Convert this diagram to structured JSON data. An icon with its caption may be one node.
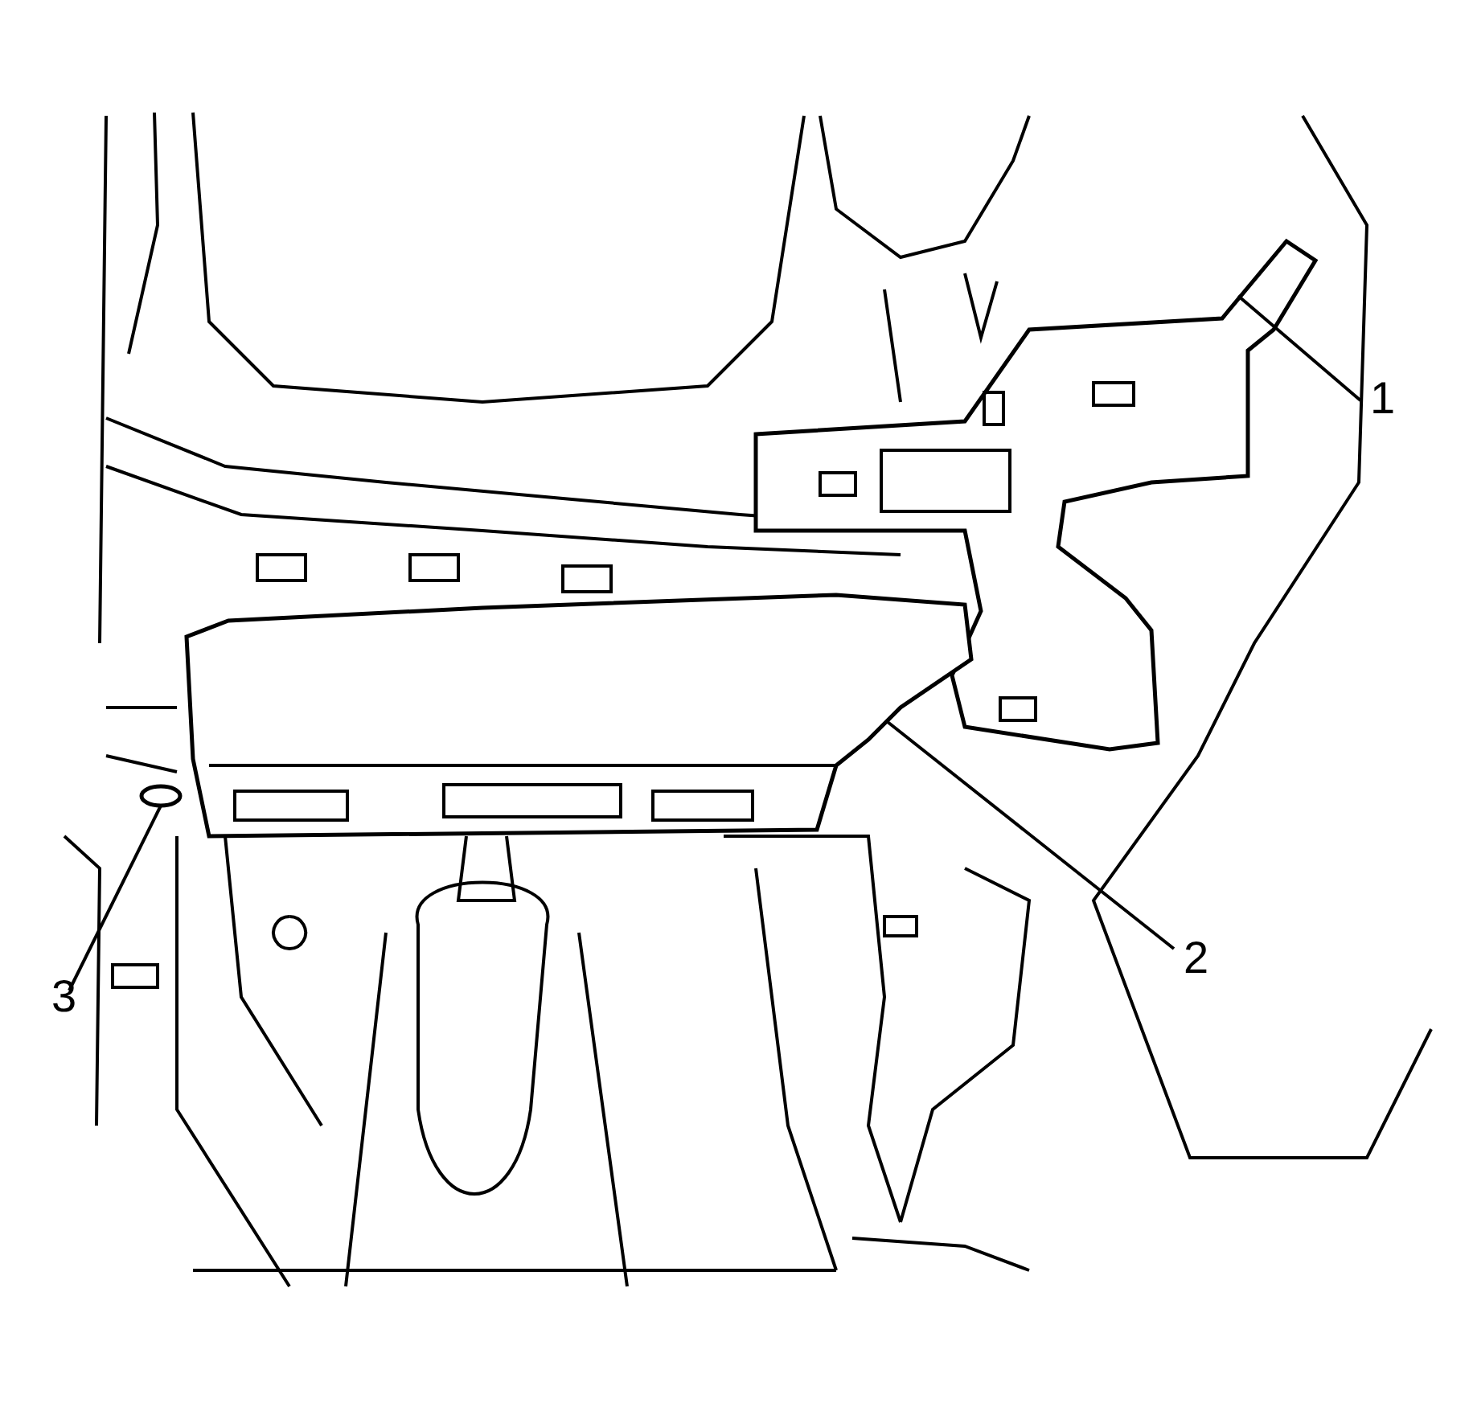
{
  "diagram": {
    "nodes": [
      {
        "text": [
          "1"
        ]
      },
      {
        "text": [
          "2"
        ]
      },
      {
        "text": [
          "3"
        ]
      },
      {
        "text": [],
        "shape": "picture"
      },
      {
        "text": [],
        "shape": "picture"
      },
      {
        "text": [],
        "shape": "circle"
      }
    ],
    "edges": [
      {
        "from": 0,
        "to": 3,
        "arrow": "none"
      },
      {
        "from": 1,
        "to": 4,
        "arrow": "none"
      },
      {
        "from": 2,
        "to": 5,
        "arrow": "none"
      }
    ]
  }
}
